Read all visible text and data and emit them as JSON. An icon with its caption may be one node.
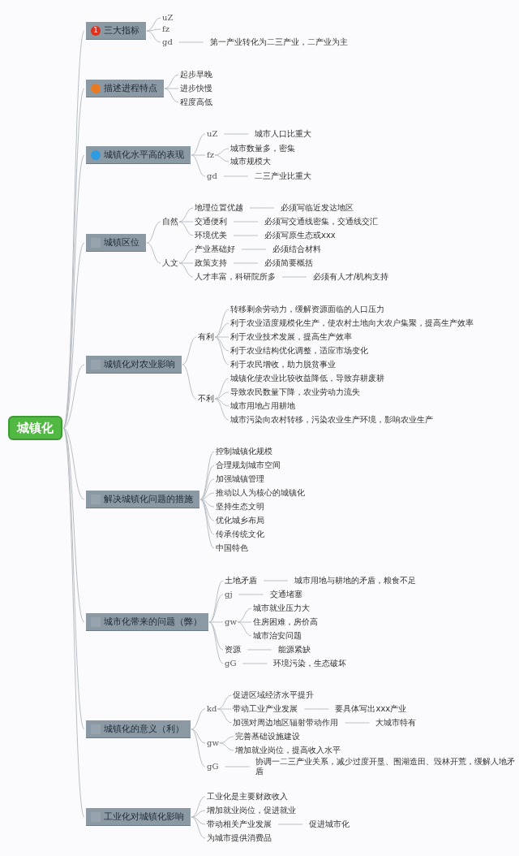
{
  "diagram": {
    "nodes": [
      {
        "text": [
          "城镇化"
        ]
      },
      {
        "text": [
          "1",
          "三大指标"
        ]
      },
      {
        "text": [
          "描述进程特点"
        ]
      },
      {
        "text": [
          "城镇化水平高的表现"
        ]
      },
      {
        "text": [
          "城镇区位"
        ]
      },
      {
        "text": [
          "城镇化对农业影响"
        ]
      },
      {
        "text": [
          "解决城镇化问题的措施"
        ]
      },
      {
        "text": [
          "城市化带来的问题（弊）"
        ]
      },
      {
        "text": [
          "城镇化的意义（利）"
        ]
      },
      {
        "text": [
          "工业化对城镇化影响"
        ]
      },
      {
        "text": [
          "uZ"
        ]
      },
      {
        "text": [
          "fz"
        ]
      },
      {
        "text": [
          "gd"
        ]
      },
      {
        "text": [
          "第一产业转化为二三产业，二产业为主"
        ]
      },
      {
        "text": [
          "起步早晚"
        ]
      },
      {
        "text": [
          "进步快慢"
        ]
      },
      {
        "text": [
          "程度高低"
        ]
      },
      {
        "text": [
          "uZ"
        ]
      },
      {
        "text": [
          "城市人口比重大"
        ]
      },
      {
        "text": [
          "fz"
        ]
      },
      {
        "text": [
          "城市数量多，密集"
        ]
      },
      {
        "text": [
          "城市规模大"
        ]
      },
      {
        "text": [
          "gd"
        ]
      },
      {
        "text": [
          "二三产业比重大"
        ]
      },
      {
        "text": [
          "自然"
        ]
      },
      {
        "text": [
          "地理位置优越"
        ]
      },
      {
        "text": [
          "必须写临近发达地区"
        ]
      },
      {
        "text": [
          "交通便利"
        ]
      },
      {
        "text": [
          "必须写交通线密集，交通线交汇"
        ]
      },
      {
        "text": [
          "环境优美"
        ]
      },
      {
        "text": [
          "必须写原生态或xxx"
        ]
      },
      {
        "text": [
          "人文"
        ]
      },
      {
        "text": [
          "产业基础好"
        ]
      },
      {
        "text": [
          "必须结合材料"
        ]
      },
      {
        "text": [
          "政策支持"
        ]
      },
      {
        "text": [
          "必须简要概括"
        ]
      },
      {
        "text": [
          "人才丰富，科研院所多"
        ]
      },
      {
        "text": [
          "必须有人才/机构支持"
        ]
      },
      {
        "text": [
          "有利"
        ]
      },
      {
        "text": [
          "转移剩余劳动力，缓解资源面临的人口压力"
        ]
      },
      {
        "text": [
          "利于农业适度规模化生产，使农村土地向大农户集聚，提高生产效率"
        ]
      },
      {
        "text": [
          "利于农业技术发展，提高生产效率"
        ]
      },
      {
        "text": [
          "利于农业结构优化调整，适应市场变化"
        ]
      },
      {
        "text": [
          "利于农民增收，助力脱贫事业"
        ]
      },
      {
        "text": [
          "不利"
        ]
      },
      {
        "text": [
          "城镇化使农业比较收益降低，导致弃耕废耕"
        ]
      },
      {
        "text": [
          "导致农民数量下降，农业劳动力流失"
        ]
      },
      {
        "text": [
          "城市用地占用耕地"
        ]
      },
      {
        "text": [
          "城市污染向农村转移，污染农业生产环境，影响农业生产"
        ]
      },
      {
        "text": [
          "控制城镇化规模"
        ]
      },
      {
        "text": [
          "合理规划城市空间"
        ]
      },
      {
        "text": [
          "加强城镇管理"
        ]
      },
      {
        "text": [
          "推动以人为核心的城镇化"
        ]
      },
      {
        "text": [
          "坚持生态文明"
        ]
      },
      {
        "text": [
          "优化城乡布局"
        ]
      },
      {
        "text": [
          "传承传统文化"
        ]
      },
      {
        "text": [
          "中国特色"
        ]
      },
      {
        "text": [
          "土地矛盾"
        ]
      },
      {
        "text": [
          "城市用地与耕地的矛盾，粮食不足"
        ]
      },
      {
        "text": [
          "gj"
        ]
      },
      {
        "text": [
          "交通堵塞"
        ]
      },
      {
        "text": [
          "gw"
        ]
      },
      {
        "text": [
          "城市就业压力大"
        ]
      },
      {
        "text": [
          "住房困难，房价高"
        ]
      },
      {
        "text": [
          "城市治安问题"
        ]
      },
      {
        "text": [
          "资源"
        ]
      },
      {
        "text": [
          "能源紧缺"
        ]
      },
      {
        "text": [
          "gG"
        ]
      },
      {
        "text": [
          "环境污染，生态破坏"
        ]
      },
      {
        "text": [
          "kd"
        ]
      },
      {
        "text": [
          "促进区域经济水平提升"
        ]
      },
      {
        "text": [
          "带动工业产业发展"
        ]
      },
      {
        "text": [
          "要具体写出xxx产业"
        ]
      },
      {
        "text": [
          "加强对周边地区辐射带动作用"
        ]
      },
      {
        "text": [
          "大城市特有"
        ]
      },
      {
        "text": [
          "gw"
        ]
      },
      {
        "text": [
          "完善基础设施建设"
        ]
      },
      {
        "text": [
          "增加就业岗位，提高收入水平"
        ]
      },
      {
        "text": [
          "gG"
        ]
      },
      {
        "text": [
          "协调一二三产业关系，减少过度开垦、围湖造田、毁林开荒，缓解人地矛盾"
        ]
      },
      {
        "text": [
          "工业化是主要财政收入"
        ]
      },
      {
        "text": [
          "增加就业岗位，促进就业"
        ]
      },
      {
        "text": [
          "带动相关产业发展"
        ]
      },
      {
        "text": [
          "促进城市化"
        ]
      },
      {
        "text": [
          "为城市提供消费品"
        ]
      }
    ],
    "edges": [
      {
        "from": 0,
        "to": 1,
        "arrow": "none"
      },
      {
        "from": 0,
        "to": 2,
        "arrow": "none"
      },
      {
        "from": 0,
        "to": 3,
        "arrow": "none"
      },
      {
        "from": 0,
        "to": 4,
        "arrow": "none"
      },
      {
        "from": 0,
        "to": 5,
        "arrow": "none"
      },
      {
        "from": 0,
        "to": 6,
        "arrow": "none"
      },
      {
        "from": 0,
        "to": 7,
        "arrow": "none"
      },
      {
        "from": 0,
        "to": 8,
        "arrow": "none"
      },
      {
        "from": 0,
        "to": 9,
        "arrow": "none"
      },
      {
        "from": 1,
        "to": 10,
        "arrow": "none"
      },
      {
        "from": 1,
        "to": 11,
        "arrow": "none"
      },
      {
        "from": 1,
        "to": 12,
        "arrow": "none"
      },
      {
        "from": 12,
        "to": 13,
        "arrow": "none"
      },
      {
        "from": 2,
        "to": 14,
        "arrow": "none"
      },
      {
        "from": 2,
        "to": 15,
        "arrow": "none"
      },
      {
        "from": 2,
        "to": 16,
        "arrow": "none"
      },
      {
        "from": 3,
        "to": 17,
        "arrow": "none"
      },
      {
        "from": 17,
        "to": 18,
        "arrow": "none"
      },
      {
        "from": 3,
        "to": 19,
        "arrow": "none"
      },
      {
        "from": 19,
        "to": 20,
        "arrow": "none"
      },
      {
        "from": 19,
        "to": 21,
        "arrow": "none"
      },
      {
        "from": 3,
        "to": 22,
        "arrow": "none"
      },
      {
        "from": 22,
        "to": 23,
        "arrow": "none"
      },
      {
        "from": 4,
        "to": 24,
        "arrow": "none"
      },
      {
        "from": 24,
        "to": 25,
        "arrow": "none"
      },
      {
        "from": 25,
        "to": 26,
        "arrow": "none"
      },
      {
        "from": 24,
        "to": 27,
        "arrow": "none"
      },
      {
        "from": 27,
        "to": 28,
        "arrow": "none"
      },
      {
        "from": 24,
        "to": 29,
        "arrow": "none"
      },
      {
        "from": 29,
        "to": 30,
        "arrow": "none"
      },
      {
        "from": 4,
        "to": 31,
        "arrow": "none"
      },
      {
        "from": 31,
        "to": 32,
        "arrow": "none"
      },
      {
        "from": 32,
        "to": 33,
        "arrow": "none"
      },
      {
        "from": 31,
        "to": 34,
        "arrow": "none"
      },
      {
        "from": 34,
        "to": 35,
        "arrow": "none"
      },
      {
        "from": 31,
        "to": 36,
        "arrow": "none"
      },
      {
        "from": 36,
        "to": 37,
        "arrow": "none"
      },
      {
        "from": 5,
        "to": 38,
        "arrow": "none"
      },
      {
        "from": 38,
        "to": 39,
        "arrow": "none"
      },
      {
        "from": 38,
        "to": 40,
        "arrow": "none"
      },
      {
        "from": 38,
        "to": 41,
        "arrow": "none"
      },
      {
        "from": 38,
        "to": 42,
        "arrow": "none"
      },
      {
        "from": 38,
        "to": 43,
        "arrow": "none"
      },
      {
        "from": 5,
        "to": 44,
        "arrow": "none"
      },
      {
        "from": 44,
        "to": 45,
        "arrow": "none"
      },
      {
        "from": 44,
        "to": 46,
        "arrow": "none"
      },
      {
        "from": 44,
        "to": 47,
        "arrow": "none"
      },
      {
        "from": 44,
        "to": 48,
        "arrow": "none"
      },
      {
        "from": 6,
        "to": 49,
        "arrow": "none"
      },
      {
        "from": 6,
        "to": 50,
        "arrow": "none"
      },
      {
        "from": 6,
        "to": 51,
        "arrow": "none"
      },
      {
        "from": 6,
        "to": 52,
        "arrow": "none"
      },
      {
        "from": 6,
        "to": 53,
        "arrow": "none"
      },
      {
        "from": 6,
        "to": 54,
        "arrow": "none"
      },
      {
        "from": 6,
        "to": 55,
        "arrow": "none"
      },
      {
        "from": 6,
        "to": 56,
        "arrow": "none"
      },
      {
        "from": 7,
        "to": 57,
        "arrow": "none"
      },
      {
        "from": 57,
        "to": 58,
        "arrow": "none"
      },
      {
        "from": 7,
        "to": 59,
        "arrow": "none"
      },
      {
        "from": 59,
        "to": 60,
        "arrow": "none"
      },
      {
        "from": 7,
        "to": 61,
        "arrow": "none"
      },
      {
        "from": 61,
        "to": 62,
        "arrow": "none"
      },
      {
        "from": 61,
        "to": 63,
        "arrow": "none"
      },
      {
        "from": 61,
        "to": 64,
        "arrow": "none"
      },
      {
        "from": 7,
        "to": 65,
        "arrow": "none"
      },
      {
        "from": 65,
        "to": 66,
        "arrow": "none"
      },
      {
        "from": 7,
        "to": 67,
        "arrow": "none"
      },
      {
        "from": 67,
        "to": 68,
        "arrow": "none"
      },
      {
        "from": 8,
        "to": 69,
        "arrow": "none"
      },
      {
        "from": 69,
        "to": 70,
        "arrow": "none"
      },
      {
        "from": 69,
        "to": 71,
        "arrow": "none"
      },
      {
        "from": 71,
        "to": 72,
        "arrow": "none"
      },
      {
        "from": 69,
        "to": 73,
        "arrow": "none"
      },
      {
        "from": 73,
        "to": 74,
        "arrow": "none"
      },
      {
        "from": 8,
        "to": 75,
        "arrow": "none"
      },
      {
        "from": 75,
        "to": 76,
        "arrow": "none"
      },
      {
        "from": 75,
        "to": 77,
        "arrow": "none"
      },
      {
        "from": 8,
        "to": 78,
        "arrow": "none"
      },
      {
        "from": 78,
        "to": 79,
        "arrow": "none"
      },
      {
        "from": 9,
        "to": 80,
        "arrow": "none"
      },
      {
        "from": 9,
        "to": 81,
        "arrow": "none"
      },
      {
        "from": 9,
        "to": 82,
        "arrow": "none"
      },
      {
        "from": 82,
        "to": 83,
        "arrow": "none"
      },
      {
        "from": 9,
        "to": 84,
        "arrow": "none"
      }
    ]
  }
}
